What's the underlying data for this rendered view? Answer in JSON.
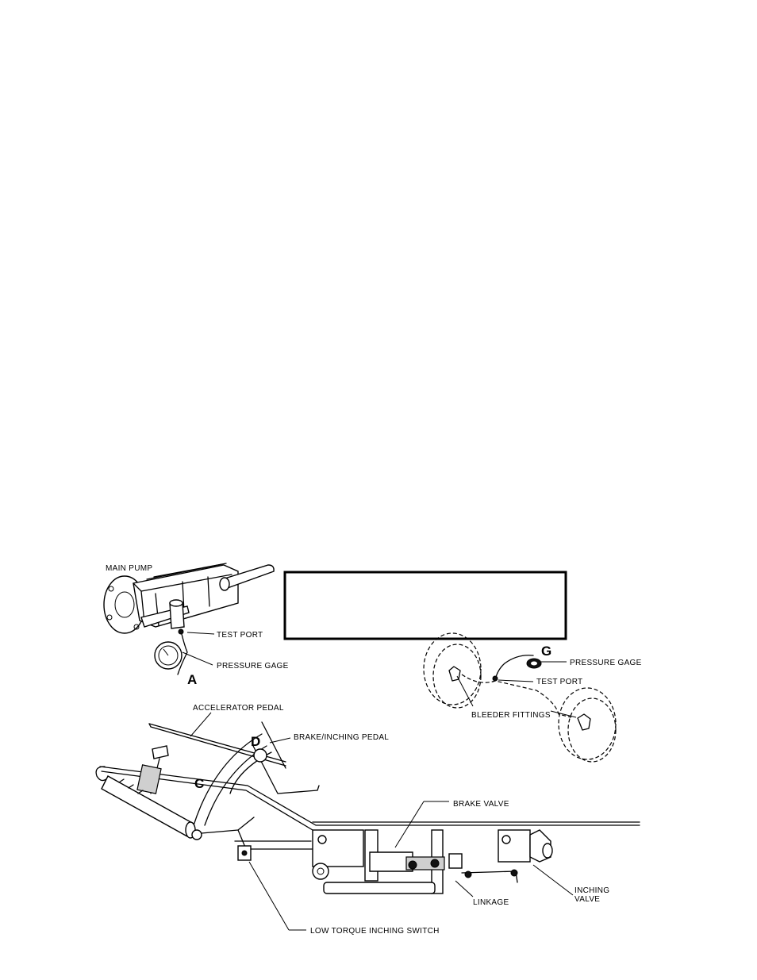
{
  "labels": {
    "main_pump": "MAIN PUMP",
    "test_port_a": "TEST PORT",
    "pressure_gage_a": "PRESSURE GAGE",
    "callout_a": "A",
    "pressure_gage_g": "PRESSURE GAGE",
    "callout_g": "G",
    "test_port_g": "TEST PORT",
    "bleeder_fittings": "BLEEDER FITTINGS",
    "accelerator_pedal": "ACCELERATOR PEDAL",
    "brake_inching_pedal": "BRAKE/INCHING   PEDAL",
    "callout_d": "D",
    "callout_c": "C",
    "brake_valve": "BRAKE VALVE",
    "inching_valve_1": "INCHING",
    "inching_valve_2": "VALVE",
    "linkage": "LINKAGE",
    "low_torque_switch": "LOW TORQUE INCHING SWITCH"
  }
}
